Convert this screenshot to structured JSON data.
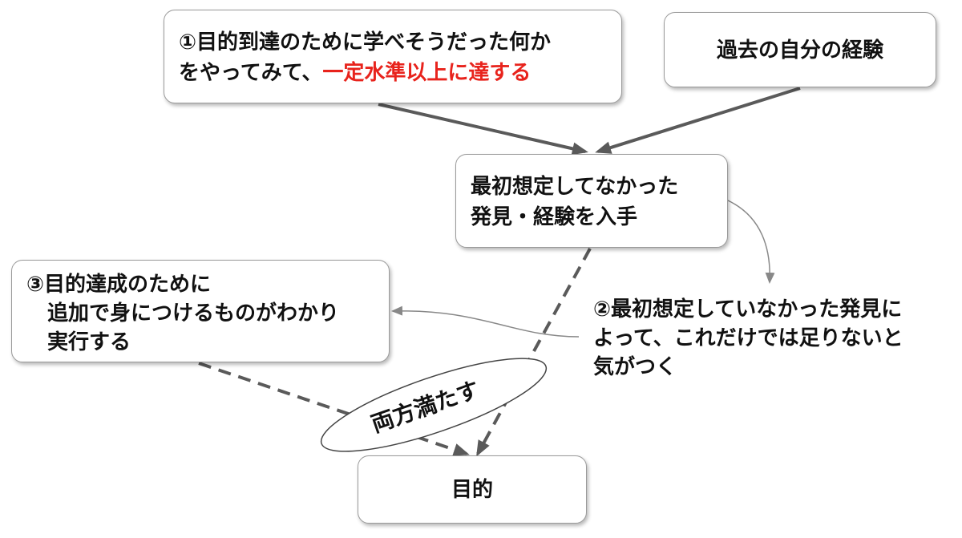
{
  "nodes": {
    "step1": {
      "line1": "①目的到達のために学べそうだった何か",
      "line2_prefix": "をやってみて、",
      "line2_highlight": "一定水準以上に達する"
    },
    "past_experience": {
      "label": "過去の自分の経験"
    },
    "discovery": {
      "line1": "最初想定してなかった",
      "line2": "発見・経験を入手"
    },
    "step2": {
      "line1": "②最初想定していなかった発見に",
      "line2": "よって、これだけでは足りないと",
      "line3": "気がつく"
    },
    "step3": {
      "line1": "③目的達成のために",
      "line2": "追加で身につけるものがわかり",
      "line3": "実行する"
    },
    "goal": {
      "label": "目的"
    },
    "both": {
      "label": "両方満たす"
    }
  },
  "colors": {
    "highlight": "#e8231c",
    "arrow": "#5a5a5a",
    "thin_arrow": "#888888",
    "border": "#9a9a9a"
  }
}
